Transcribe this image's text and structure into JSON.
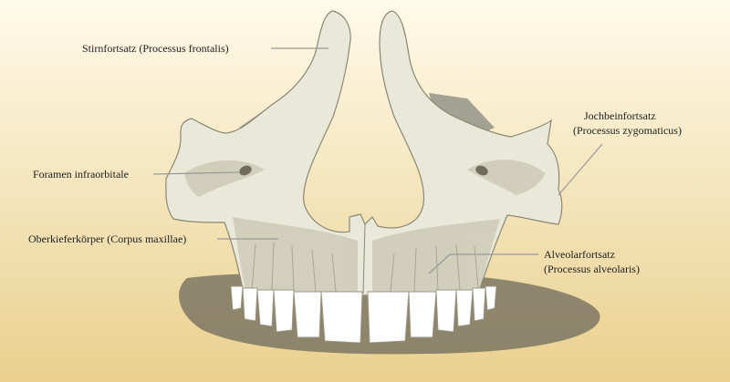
{
  "labels": {
    "frontal": "Stirnfortsatz (Processus frontalis)",
    "zygomatic_1": "Jochbeinfortsatz",
    "zygomatic_2": "(Processus zygomaticus)",
    "infraorbital": "Foramen infraorbitale",
    "body": "Oberkieferkörper (Corpus maxillae)",
    "alveolar_1": "Alveolarfortsatz",
    "alveolar_2": "(Processus alveolaris)"
  },
  "colors": {
    "background_top": "#fffaea",
    "background_bottom": "#e9d08e",
    "bone": "#eae9d9",
    "bone_shade": "#cfcdb8",
    "bone_outline": "#8a8873",
    "shadow": "#7d7763",
    "cavity": "#a3a292",
    "tooth": "#ffffff",
    "leader_line": "#999999"
  }
}
